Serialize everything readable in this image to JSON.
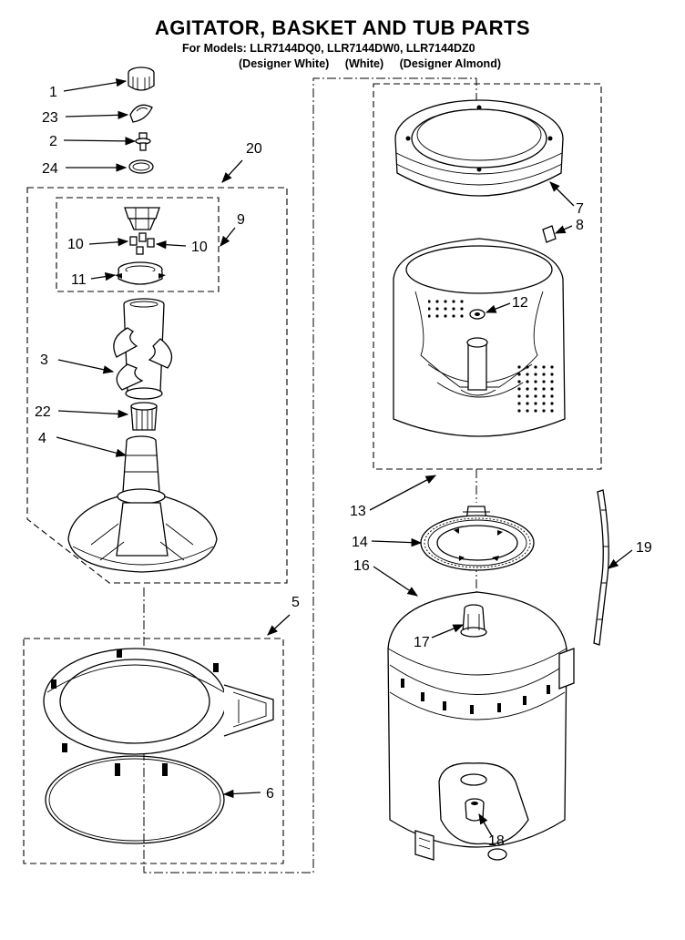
{
  "header": {
    "title": "AGITATOR, BASKET AND TUB PARTS",
    "models_line": "For Models: LLR7144DQ0, LLR7144DW0, LLR7144DZ0",
    "variants": [
      "(Designer White)",
      "(White)",
      "(Designer Almond)"
    ]
  },
  "callouts": {
    "c1": "1",
    "c2": "2",
    "c3": "3",
    "c4": "4",
    "c5": "5",
    "c6": "6",
    "c7": "7",
    "c8": "8",
    "c9": "9",
    "c10a": "10",
    "c10b": "10",
    "c11": "11",
    "c12": "12",
    "c13": "13",
    "c14": "14",
    "c16": "16",
    "c17": "17",
    "c18": "18",
    "c19": "19",
    "c20": "20",
    "c22": "22",
    "c23": "23",
    "c24": "24"
  }
}
